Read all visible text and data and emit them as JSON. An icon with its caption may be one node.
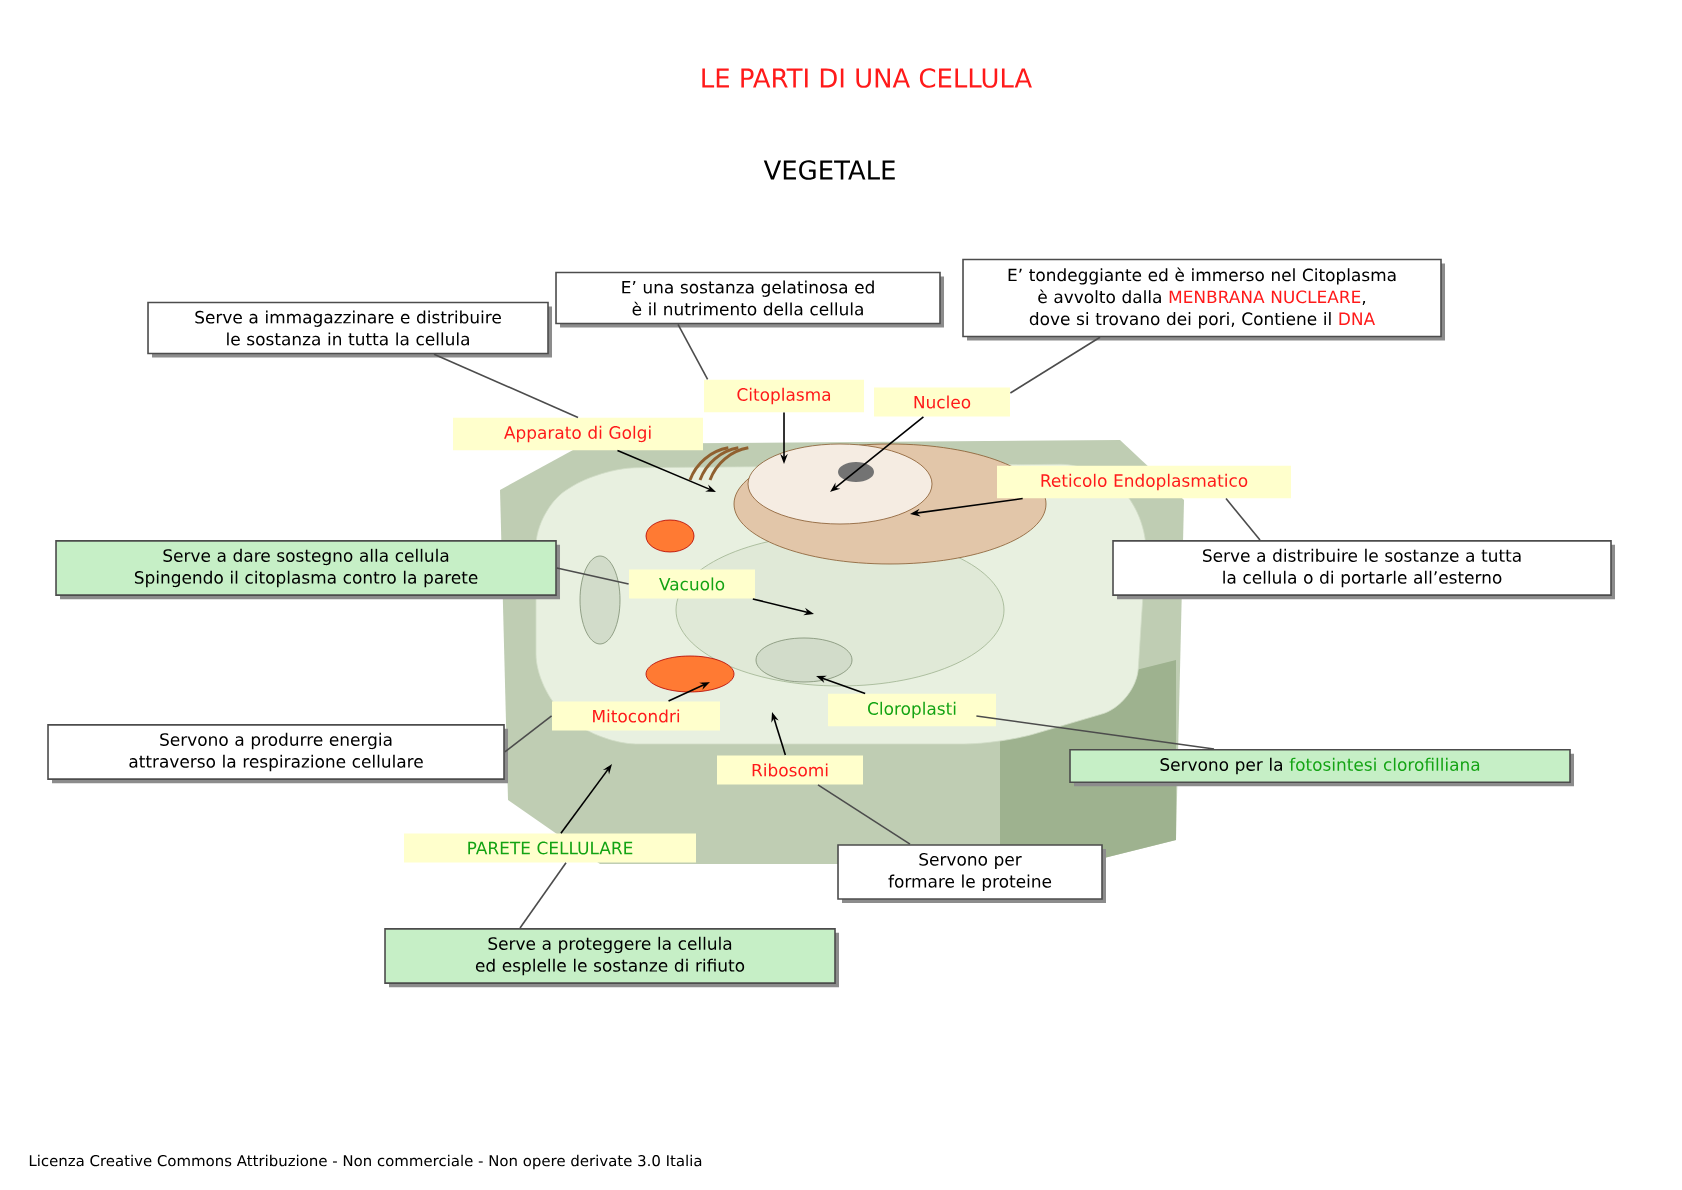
{
  "diagram": {
    "title": "LE PARTI DI UNA CELLULA",
    "nodes": [
      {
        "text": [
          "Serve a immagazzinare e distribuire le sostanza in tutta la cellula"
        ]
      },
      {
        "text": [
          "E’ una sostanza gelatinosa ed è il nutrimento della cellula"
        ]
      },
      {
        "text": [
          "E’ tondeggiante ed è immerso nel Citoplasma è avvolto dalla",
          "MENBRANA NUCLEARE",
          ", dove si trovano dei pori, Contiene il",
          "DNA"
        ]
      },
      {
        "text": [
          "Citoplasma"
        ]
      },
      {
        "text": [
          "Apparato di Golgi"
        ]
      },
      {
        "text": [
          "Nucleo"
        ]
      },
      {
        "text": [
          "Reticolo Endoplasmatico"
        ]
      },
      {
        "text": [
          "Serve a dare sostegno alla cellula Spingendo il citoplasma contro la parete"
        ]
      },
      {
        "text": [
          "Vacuolo"
        ]
      },
      {
        "text": [
          "Serve a distribuire le sostanze a tutta la cellula o di portarle all’esterno"
        ]
      },
      {
        "text": [
          "Servono a produrre energia attraverso la respirazione cellulare"
        ]
      },
      {
        "text": [
          "Mitocondri"
        ]
      },
      {
        "text": [
          "Cloroplasti"
        ]
      },
      {
        "text": [
          "Servono per la",
          "fotosintesi clorofilliana"
        ]
      },
      {
        "text": [
          "Ribosomi"
        ]
      },
      {
        "text": [
          "PARETE CELLULARE"
        ]
      },
      {
        "text": [
          "Servono per formare le proteine"
        ]
      },
      {
        "text": [
          "Serve a proteggere la cellula ed esplelle le sostanze di rifiuto"
        ]
      }
    ],
    "edges": [
      {
        "from": 0,
        "to": 4,
        "arrow": "none"
      },
      {
        "from": 1,
        "to": 3,
        "arrow": "none"
      },
      {
        "from": 2,
        "to": 5,
        "arrow": "none"
      },
      {
        "from": 7,
        "to": 8,
        "arrow": "none"
      },
      {
        "from": 9,
        "to": 6,
        "arrow": "none"
      },
      {
        "from": 10,
        "to": 11,
        "arrow": "none"
      },
      {
        "from": 13,
        "to": 12,
        "arrow": "none"
      },
      {
        "from": 16,
        "to": 14,
        "arrow": "none"
      },
      {
        "from": 17,
        "to": 15,
        "arrow": "none"
      },
      {
        "from": 3,
        "to": null,
        "arrow": "to"
      },
      {
        "from": 4,
        "to": null,
        "arrow": "to"
      },
      {
        "from": 5,
        "to": null,
        "arrow": "to"
      },
      {
        "from": 6,
        "to": null,
        "arrow": "to"
      },
      {
        "from": 8,
        "to": null,
        "arrow": "to"
      },
      {
        "from": 11,
        "to": null,
        "arrow": "to"
      },
      {
        "from": 12,
        "to": null,
        "arrow": "to"
      },
      {
        "from": 14,
        "to": null,
        "arrow": "to"
      },
      {
        "from": 15,
        "to": null,
        "arrow": "to"
      }
    ],
    "labels": [
      "VEGETALE",
      "Licenza Creative Commons Attribuzione - Non commerciale - Non opere derivate 3.0 Italia"
    ]
  }
}
